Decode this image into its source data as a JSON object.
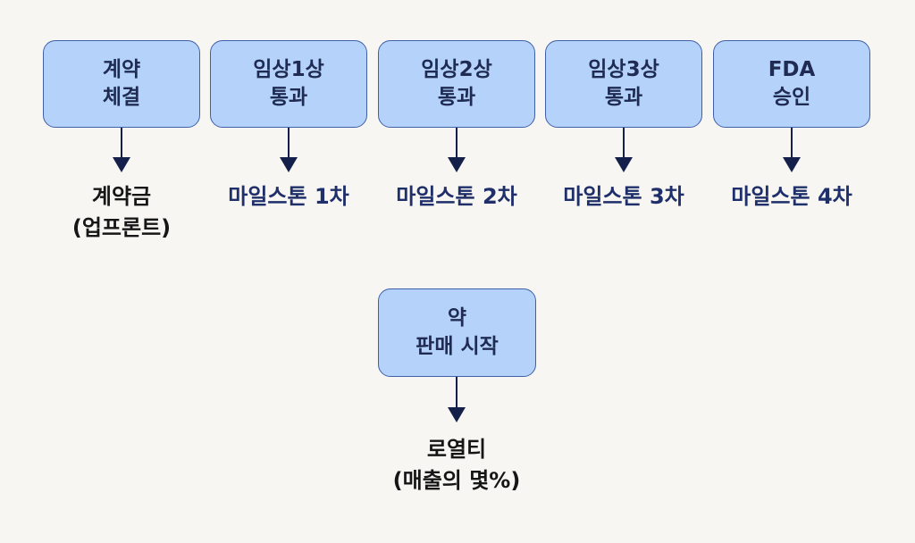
{
  "stages": [
    {
      "line1": "계약",
      "line2": "체결"
    },
    {
      "line1": "임상1상",
      "line2": "통과"
    },
    {
      "line1": "임상2상",
      "line2": "통과"
    },
    {
      "line1": "임상3상",
      "line2": "통과"
    },
    {
      "line1": "FDA",
      "line2": "승인"
    }
  ],
  "payments": [
    {
      "line1": "계약금",
      "line2": "(업프론트)"
    },
    {
      "line1": "마일스톤 1차",
      "line2": ""
    },
    {
      "line1": "마일스톤 2차",
      "line2": ""
    },
    {
      "line1": "마일스톤 3차",
      "line2": ""
    },
    {
      "line1": "마일스톤 4차",
      "line2": ""
    }
  ],
  "sales": {
    "line1": "약",
    "line2": "판매 시작"
  },
  "royalty": {
    "line1": "로열티",
    "line2": "(매출의 몇%)"
  },
  "colors": {
    "box_fill": "#b5d3fa",
    "box_border": "#3f5fa8",
    "arrow": "#15204a",
    "milestone_text": "#1f2f6a"
  }
}
